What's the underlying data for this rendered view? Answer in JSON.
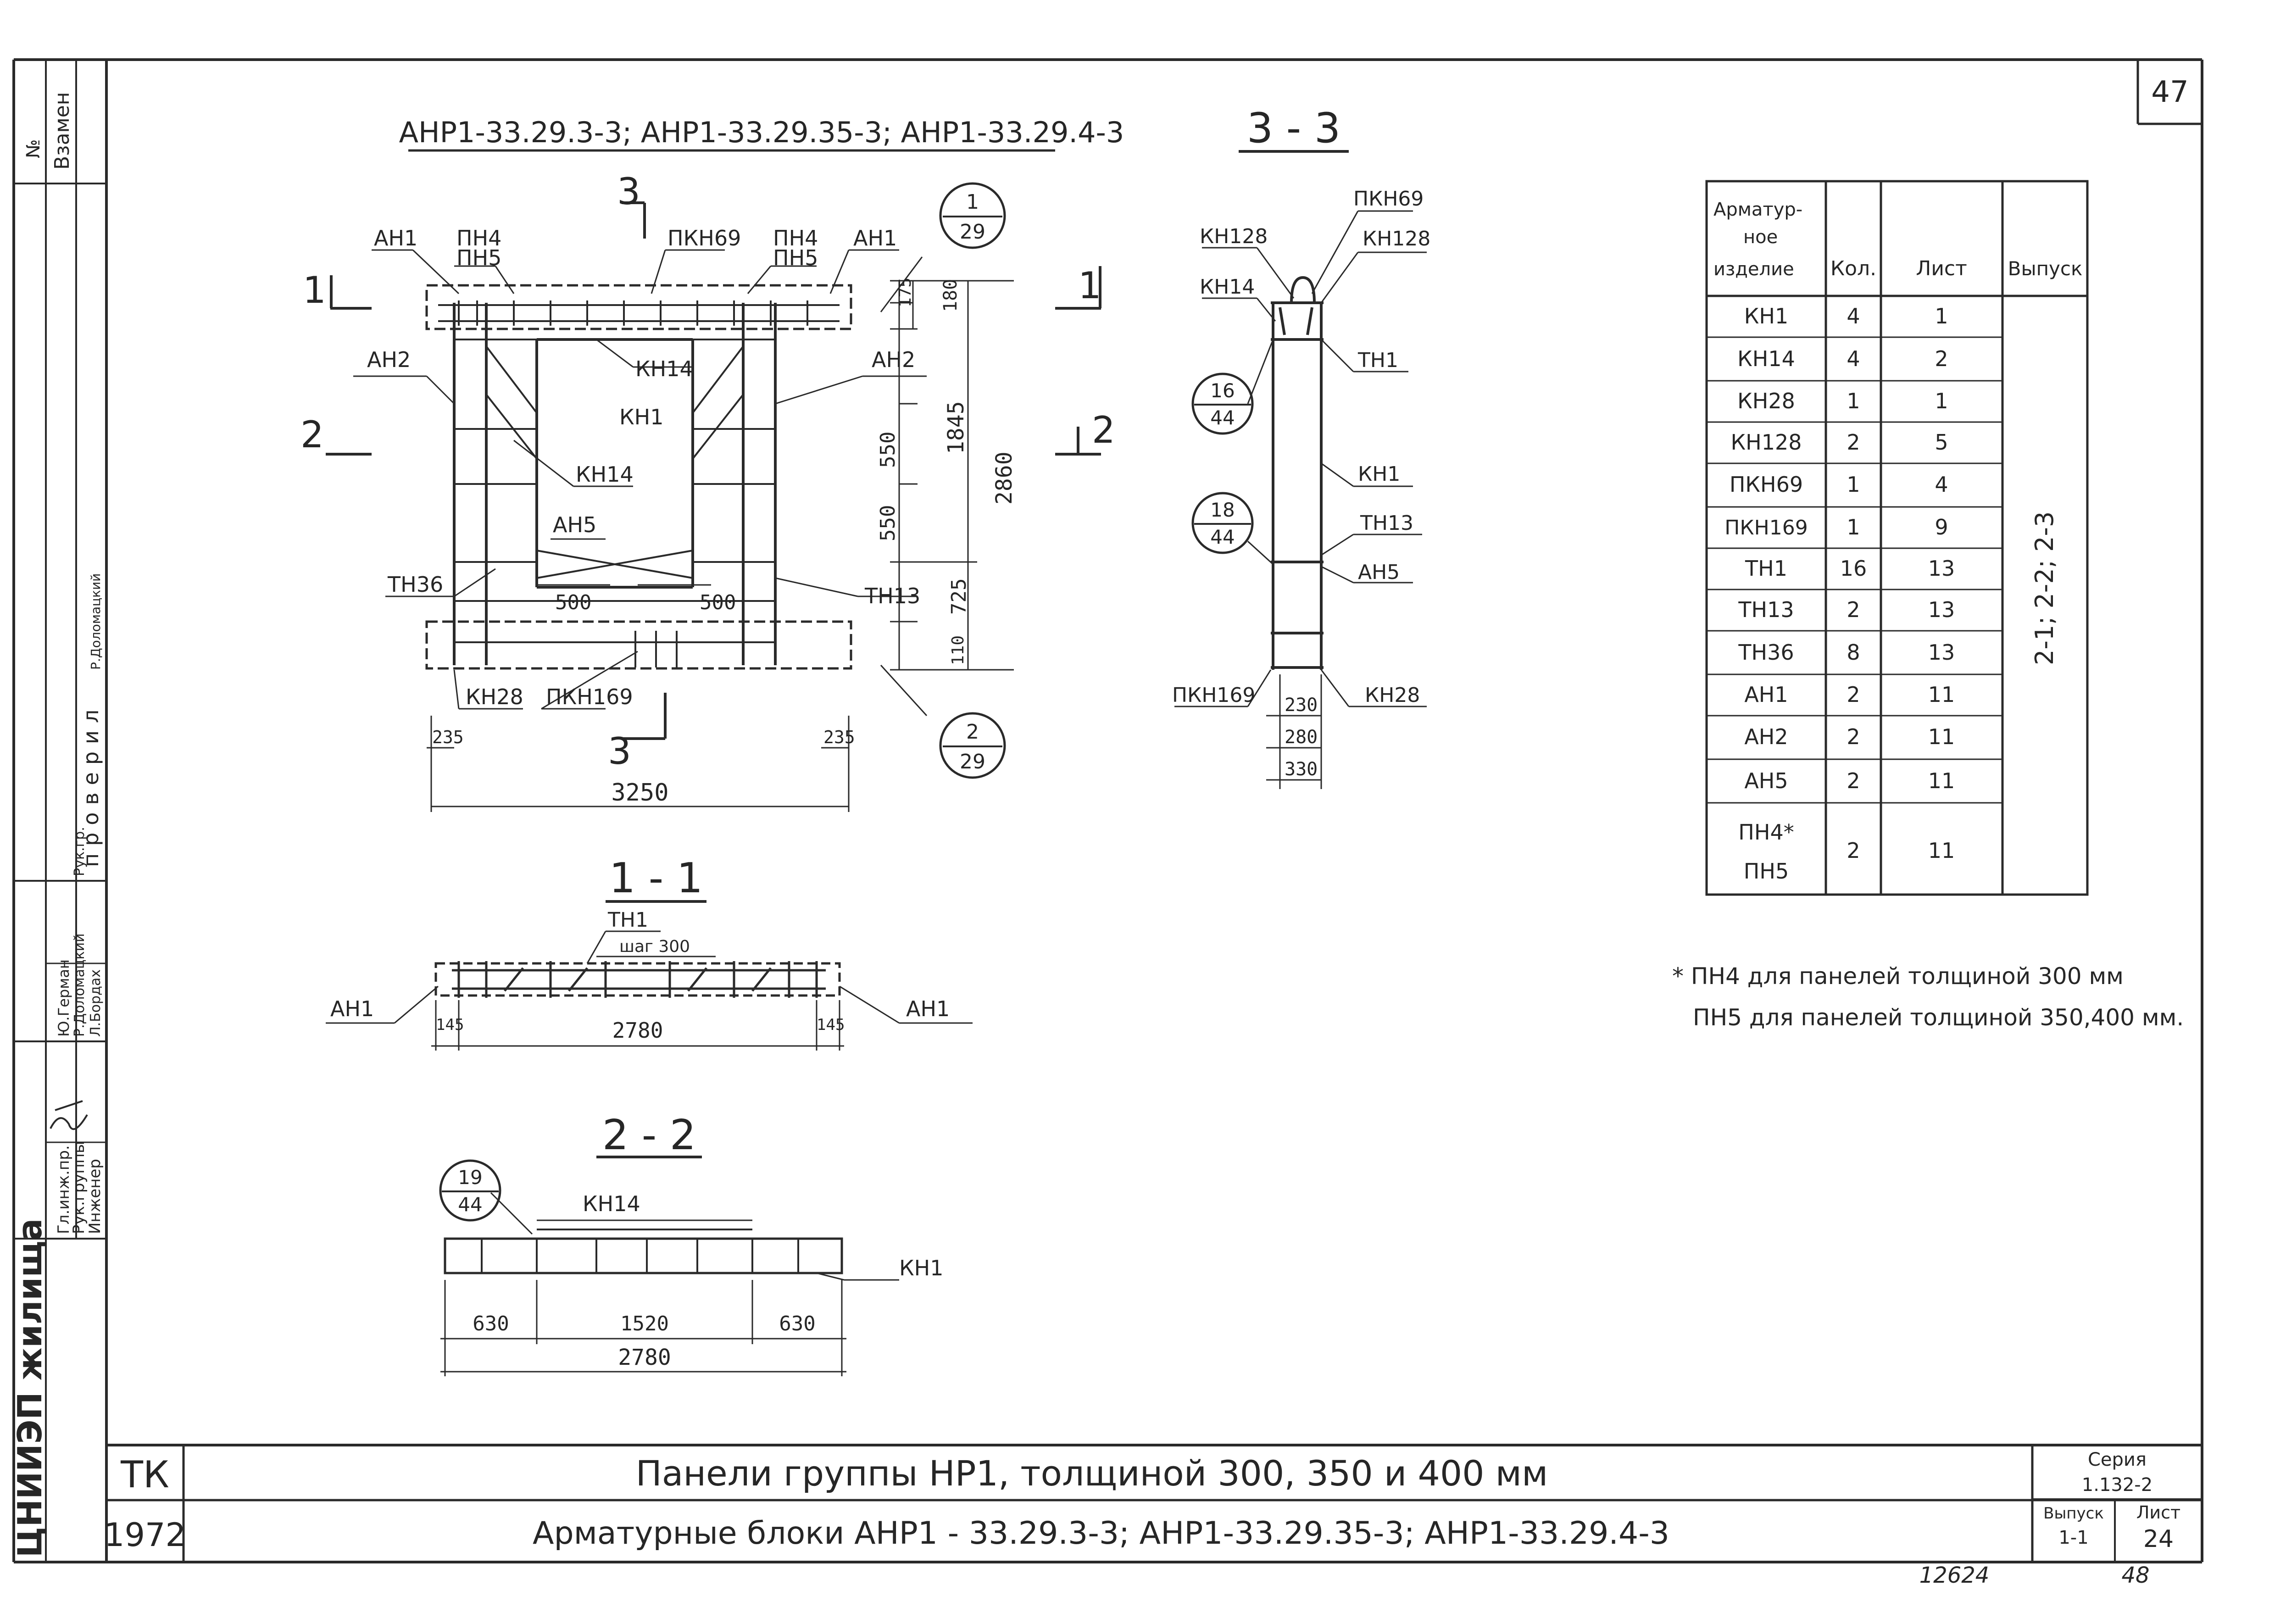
{
  "page_number": "47",
  "bottom_note": "12624",
  "bottom_note2": "48",
  "left_strip": {
    "vzamen": "Взамен",
    "no": "№",
    "proveril": "проверил",
    "org": "ЦНИИЭП жилища",
    "roles": [
      "Гл.инж.пр.",
      "Рук.группы",
      "Инженер"
    ],
    "names": [
      "Ю.Герман",
      "Р.Доломацкий",
      "Л.Бордах"
    ],
    "roles2": [
      "Рук.гр.",
      "Р.Доломацкий"
    ]
  },
  "views": {
    "main_title": "АНР1-33.29.3-3;  АНР1-33.29.35-3;  АНР1-33.29.4-3",
    "section_33": "3 - 3",
    "section_11": "1 - 1",
    "section_22": "2 - 2"
  },
  "main_view": {
    "labels": {
      "ah1_l": "АН1",
      "pn4_l": "ПН4",
      "pn5_l": "ПН5",
      "pkn69": "ПКН69",
      "pn4_r": "ПН4",
      "pn5_r": "ПН5",
      "ah1_r": "АН1",
      "ah2_l": "АН2",
      "ah2_r": "АН2",
      "kn14_a": "КН14",
      "kn1": "КН1",
      "kn14_b": "КН14",
      "ah5": "АН5",
      "th36": "ТН36",
      "th13": "ТН13",
      "kn28": "КН28",
      "pkn169": "ПКН169",
      "cut1": "1",
      "cut2": "2",
      "cut3": "3",
      "ref1_top": "1",
      "ref1_bot": "29",
      "ref2_top": "2",
      "ref2_bot": "29"
    },
    "dims": {
      "d180": "180",
      "d175": "175",
      "d1845": "1845",
      "d2860": "2860",
      "d550a": "550",
      "d550b": "550",
      "d725": "725",
      "d110": "110",
      "d500a": "500",
      "d500b": "500",
      "d235a": "235",
      "d235b": "235",
      "d3250": "3250"
    }
  },
  "section33": {
    "labels": {
      "pkn69": "ПКН69",
      "kn128_l": "КН128",
      "kn128_r": "КН128",
      "kn14": "КН14",
      "th1": "ТН1",
      "kn1": "КН1",
      "th13": "ТН13",
      "ah5": "АН5",
      "pkn169": "ПКН169",
      "kn28": "КН28",
      "ref16_top": "16",
      "ref16_bot": "44",
      "ref18_top": "18",
      "ref18_bot": "44"
    },
    "dims": {
      "d230": "230",
      "d280": "280",
      "d330": "330"
    }
  },
  "section11": {
    "labels": {
      "th1": "ТН1",
      "step": "шаг 300",
      "ah1_l": "АН1",
      "ah1_r": "АН1"
    },
    "dims": {
      "d145a": "145",
      "d2780": "2780",
      "d145b": "145"
    }
  },
  "section22": {
    "labels": {
      "kn14": "КН14",
      "kn1": "КН1",
      "ref_top": "19",
      "ref_bot": "44"
    },
    "dims": {
      "d630a": "630",
      "d1520": "1520",
      "d630b": "630",
      "d2780": "2780"
    }
  },
  "spec_table": {
    "headers": [
      "Арматур-",
      "ное",
      "изделие",
      "Кол.",
      "Лист",
      "Выпуск"
    ],
    "rows": [
      {
        "item": "КН1",
        "qty": "4",
        "sheet": "1"
      },
      {
        "item": "КН14",
        "qty": "4",
        "sheet": "2"
      },
      {
        "item": "КН28",
        "qty": "1",
        "sheet": "1"
      },
      {
        "item": "КН128",
        "qty": "2",
        "sheet": "5"
      },
      {
        "item": "ПКН69",
        "qty": "1",
        "sheet": "4"
      },
      {
        "item": "ПКН169",
        "qty": "1",
        "sheet": "9"
      },
      {
        "item": "ТН1",
        "qty": "16",
        "sheet": "13"
      },
      {
        "item": "ТН13",
        "qty": "2",
        "sheet": "13"
      },
      {
        "item": "ТН36",
        "qty": "8",
        "sheet": "13"
      },
      {
        "item": "АН1",
        "qty": "2",
        "sheet": "11"
      },
      {
        "item": "АН2",
        "qty": "2",
        "sheet": "11"
      },
      {
        "item": "АН5",
        "qty": "2",
        "sheet": "11"
      },
      {
        "item": "ПН4*",
        "item2": "ПН5",
        "qty": "2",
        "sheet": "11"
      }
    ],
    "issue": "2-1; 2-2; 2-3"
  },
  "notes": [
    "* ПН4 для панелей толщиной 300 мм",
    "ПН5 для панелей толщиной 350,400 мм."
  ],
  "title_block": {
    "tk": "ТК",
    "year": "1972",
    "line1": "Панели   группы   НР1,   толщиной   300,  350  и  400  мм",
    "line2": "Арматурные   блоки   АНР1 - 33.29.3-3;   АНР1-33.29.35-3;   АНР1-33.29.4-3",
    "seria_label": "Серия",
    "seria": "1.132-2",
    "vypusk_label": "Выпуск",
    "vypusk": "1-1",
    "list_label": "Лист",
    "list": "24"
  }
}
